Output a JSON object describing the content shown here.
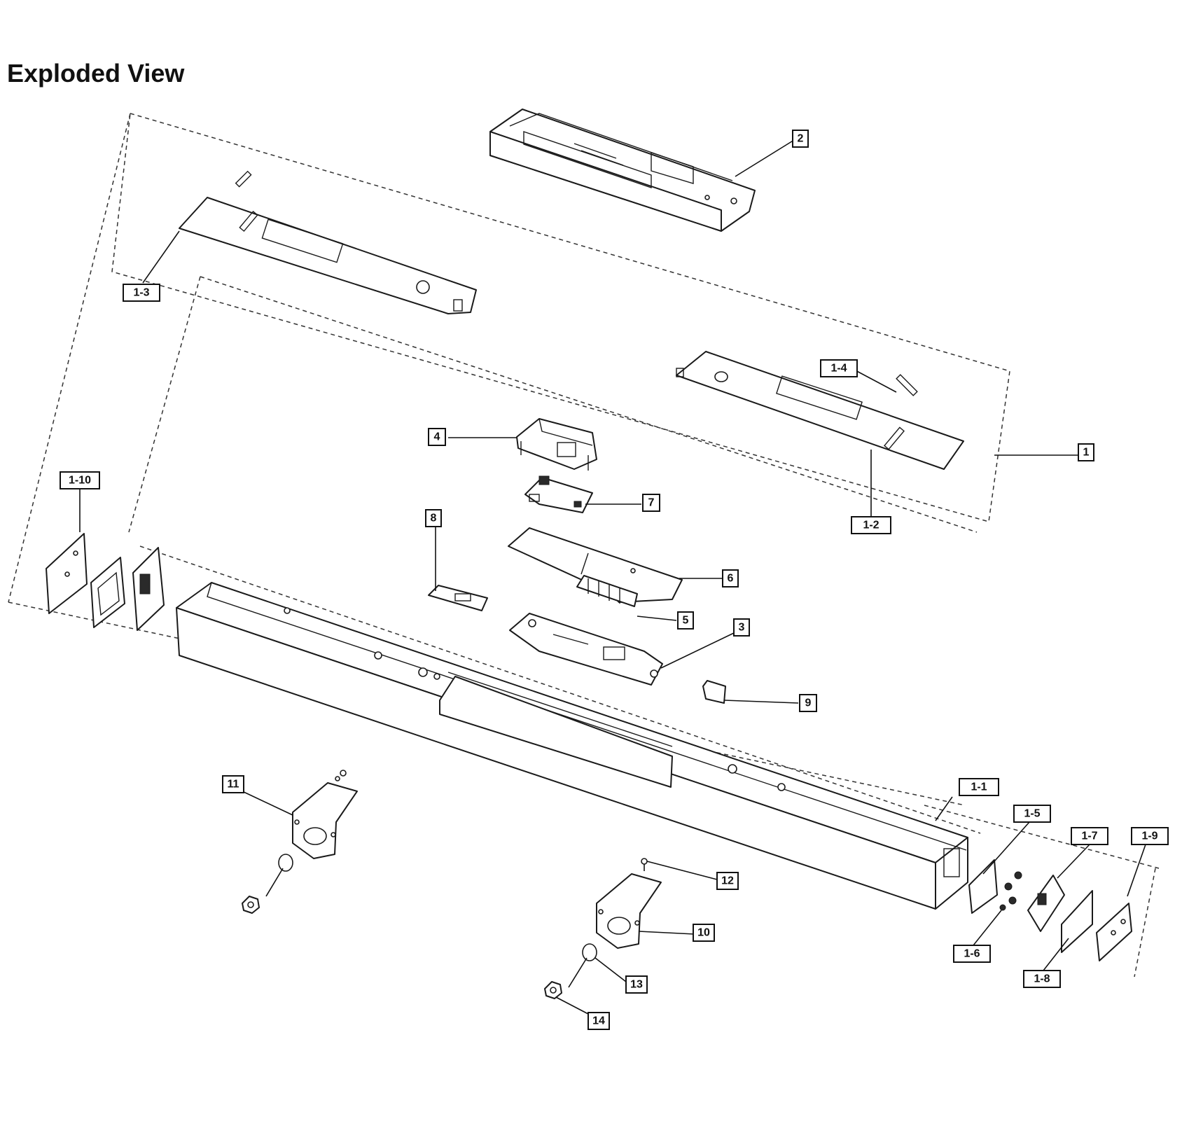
{
  "title": "Exploded View",
  "callouts": {
    "c1": "1",
    "c1_1": "1-1",
    "c1_2": "1-2",
    "c1_3": "1-3",
    "c1_4": "1-4",
    "c1_5": "1-5",
    "c1_6": "1-6",
    "c1_7": "1-7",
    "c1_8": "1-8",
    "c1_9": "1-9",
    "c1_10": "1-10",
    "c2": "2",
    "c3": "3",
    "c4": "4",
    "c5": "5",
    "c6": "6",
    "c7": "7",
    "c8": "8",
    "c9": "9",
    "c10": "10",
    "c11": "11",
    "c12": "12",
    "c13": "13",
    "c14": "14"
  }
}
